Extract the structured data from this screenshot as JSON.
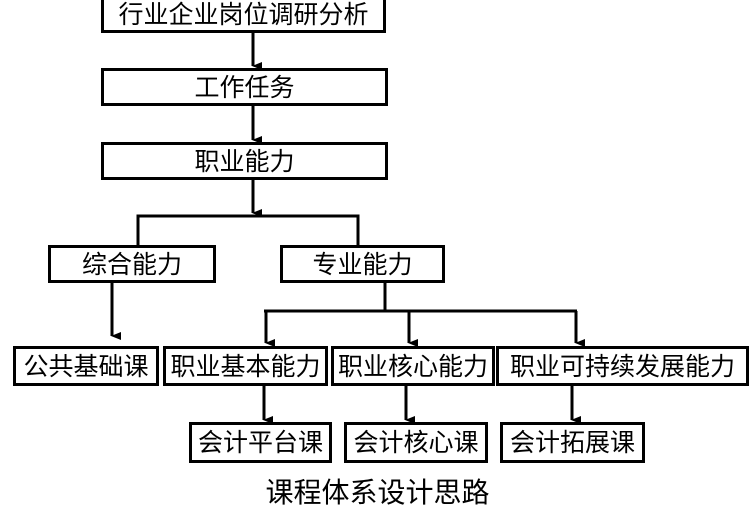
{
  "nodes": {
    "research": "行业企业岗位调研分析",
    "tasks": "工作任务",
    "ability": "职业能力",
    "comprehensive": "综合能力",
    "professional": "专业能力",
    "public_basic": "公共基础课",
    "basic_ability": "职业基本能力",
    "core_ability": "职业核心能力",
    "sustainable": "职业可持续发展能力",
    "platform_course": "会计平台课",
    "core_course": "会计核心课",
    "expansion_course": "会计拓展课"
  },
  "caption": "课程体系设计思路"
}
